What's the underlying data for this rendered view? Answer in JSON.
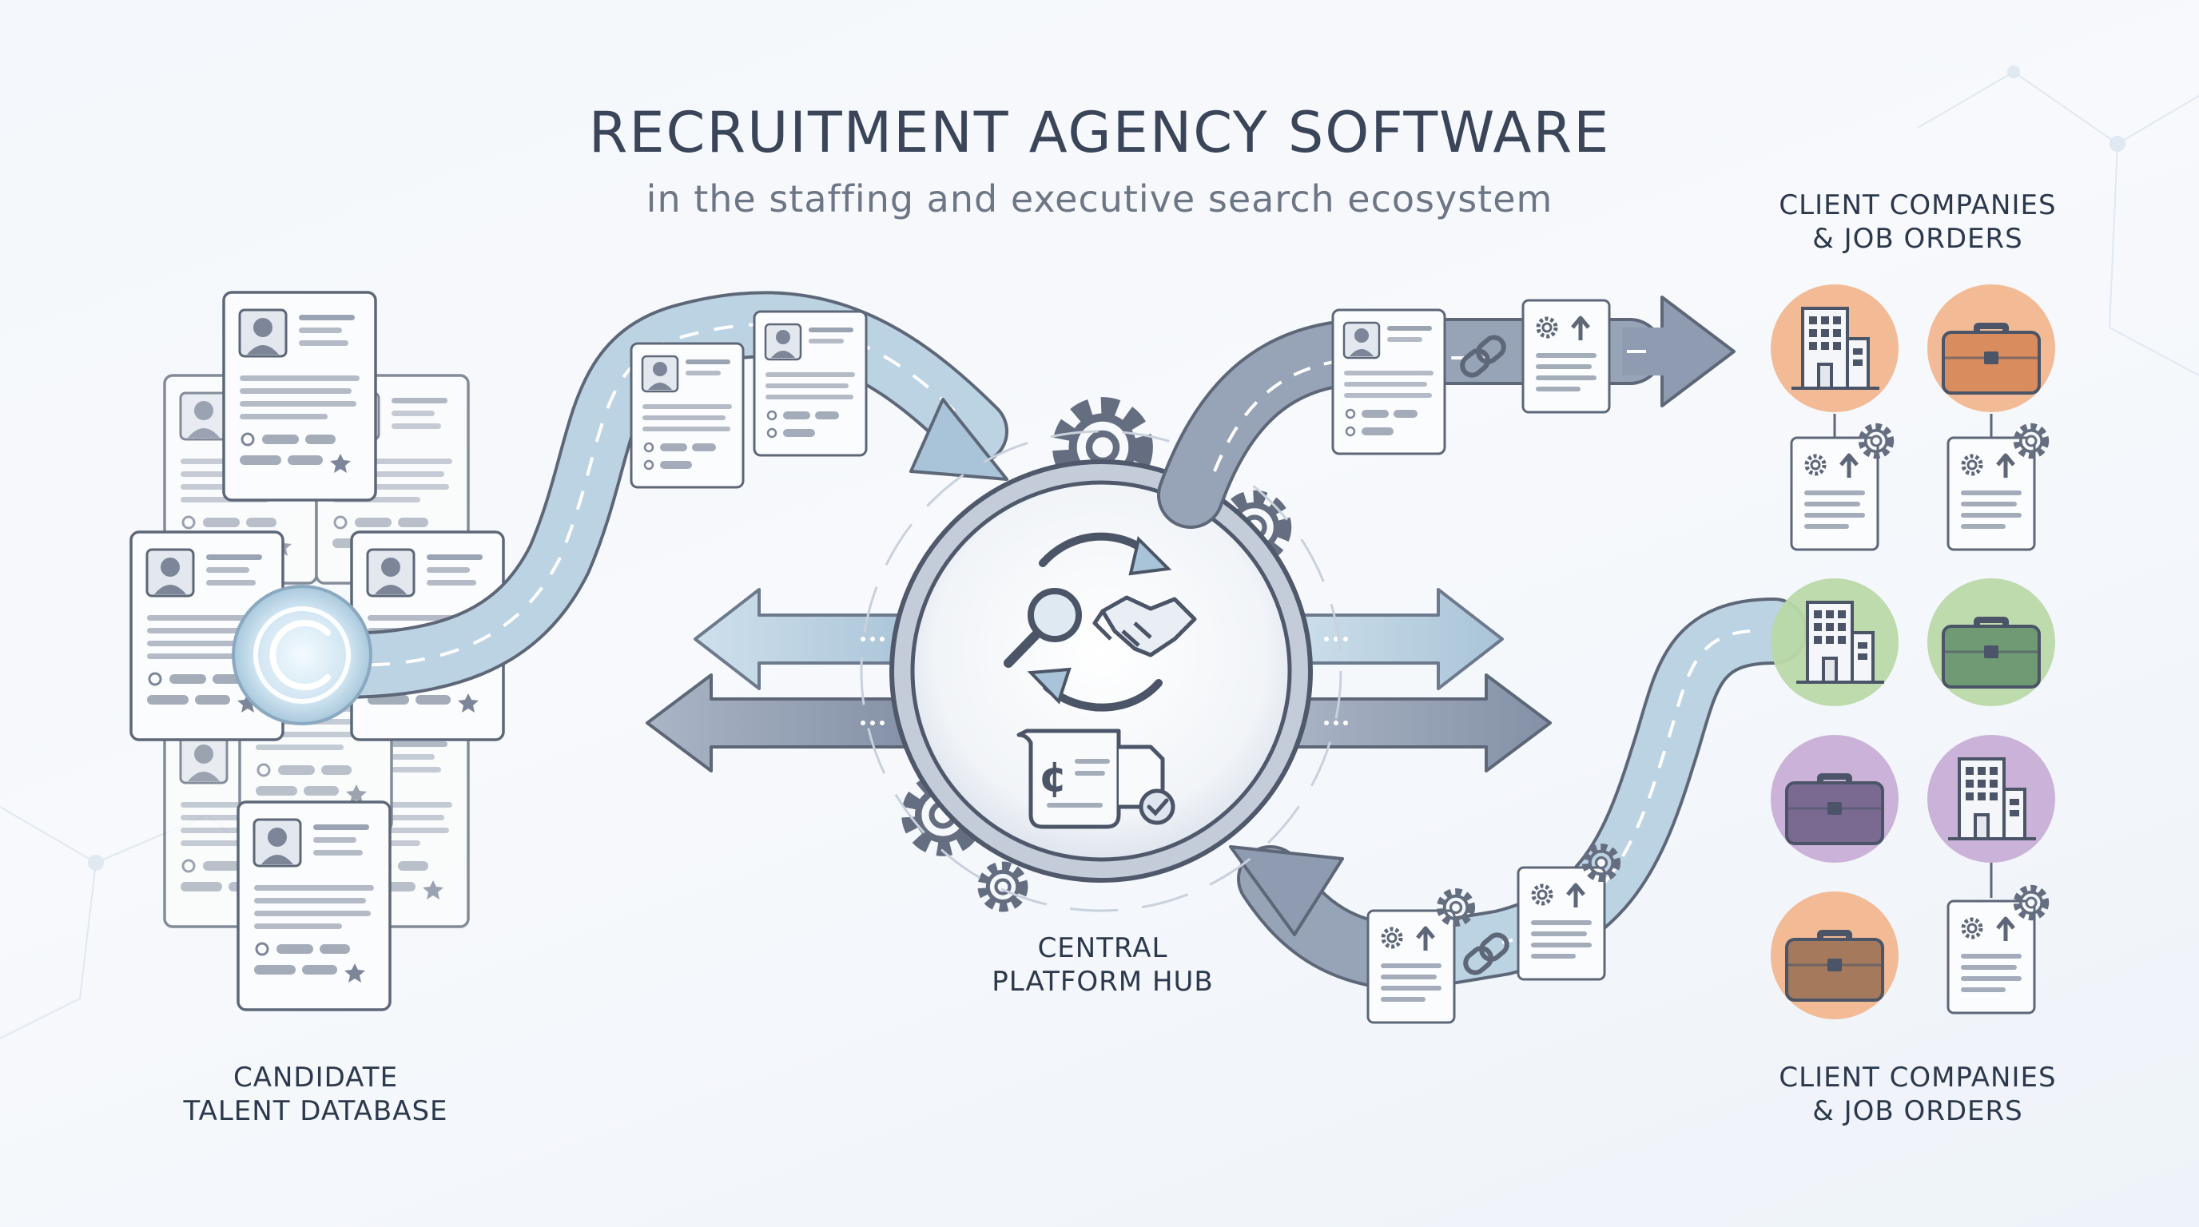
{
  "title": "RECRUITMENT AGENCY SOFTWARE",
  "subtitle": "in the staffing and executive search ecosystem",
  "labels": {
    "candidate_database": [
      "CANDIDATE",
      "TALENT DATABASE"
    ],
    "central_hub": [
      "CENTRAL",
      "PLATFORM HUB"
    ],
    "client_companies_top": [
      "CLIENT COMPANIES",
      "& JOB ORDERS"
    ],
    "client_companies_bottom": [
      "CLIENT COMPANIES",
      "& JOB ORDERS"
    ]
  },
  "colors": {
    "ink": "#3a4559",
    "flow_blue": "#b7cfe0",
    "flow_dark": "#8795ab",
    "client_orange": "#f2b48a",
    "client_green": "#b9d9a8",
    "client_purple": "#c8aed6"
  },
  "client_icons": [
    {
      "icon": "office-building-icon",
      "color": "#f2b48a"
    },
    {
      "icon": "briefcase-icon",
      "color": "#f2b48a"
    },
    {
      "icon": "office-building-icon",
      "color": "#b9d9a8"
    },
    {
      "icon": "briefcase-icon",
      "color": "#b9d9a8"
    },
    {
      "icon": "briefcase-icon",
      "color": "#c8aed6"
    },
    {
      "icon": "office-building-icon",
      "color": "#c8aed6"
    },
    {
      "icon": "briefcase-icon",
      "color": "#f2b48a"
    }
  ],
  "hub_icons": [
    "sync-arrows-icon",
    "magnifier-icon",
    "handshake-icon",
    "invoice-scroll-icon",
    "checkmark-icon"
  ]
}
